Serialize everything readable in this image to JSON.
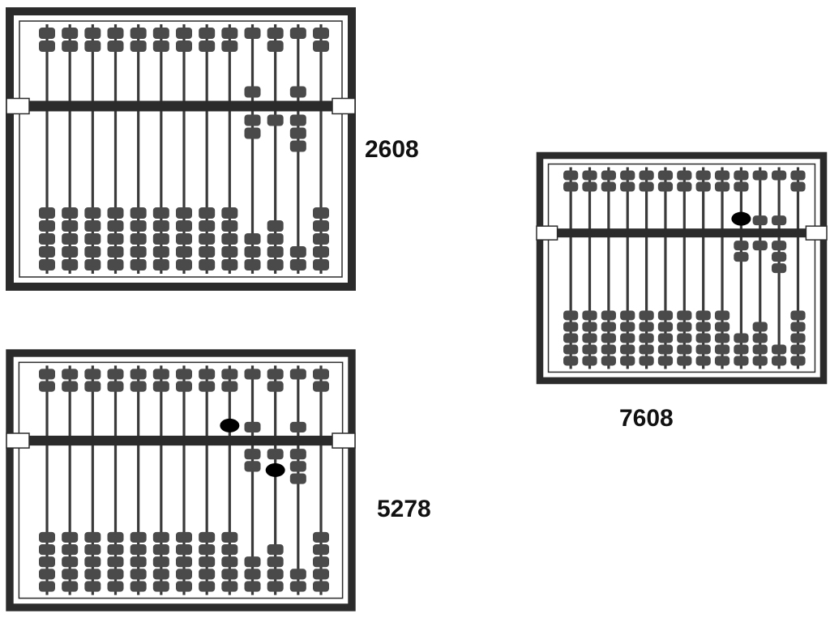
{
  "colors": {
    "frame": "#2b2b2b",
    "rod": "#3a3a3a",
    "bead": "#4a4a4a",
    "marker": "#000000",
    "background": "#ffffff"
  },
  "abacuses": [
    {
      "label": "2608",
      "bead_pattern": {
        "upper_near_beam": [
          10,
          12
        ],
        "lower_near_beam": {
          "10": 2,
          "11": 1,
          "12": 3
        },
        "lower_gap_columns": [
          10,
          11,
          12
        ]
      },
      "markers": []
    },
    {
      "label": "5278",
      "bead_pattern": {
        "upper_near_beam": [
          10,
          12
        ],
        "lower_near_beam": {
          "10": 2,
          "11": 1,
          "12": 3
        },
        "lower_gap_columns": [
          10,
          11,
          12
        ]
      },
      "markers": [
        {
          "column": 9,
          "zone": "upper"
        },
        {
          "column": 11,
          "zone": "lower"
        }
      ]
    },
    {
      "label": "7608",
      "bead_pattern": {
        "upper_near_beam": [
          11,
          12
        ],
        "lower_near_beam": {
          "10": 2,
          "11": 1,
          "12": 3
        },
        "lower_gap_columns": [
          10,
          11,
          12
        ]
      },
      "markers": [
        {
          "column": 10,
          "zone": "upper"
        }
      ]
    }
  ]
}
